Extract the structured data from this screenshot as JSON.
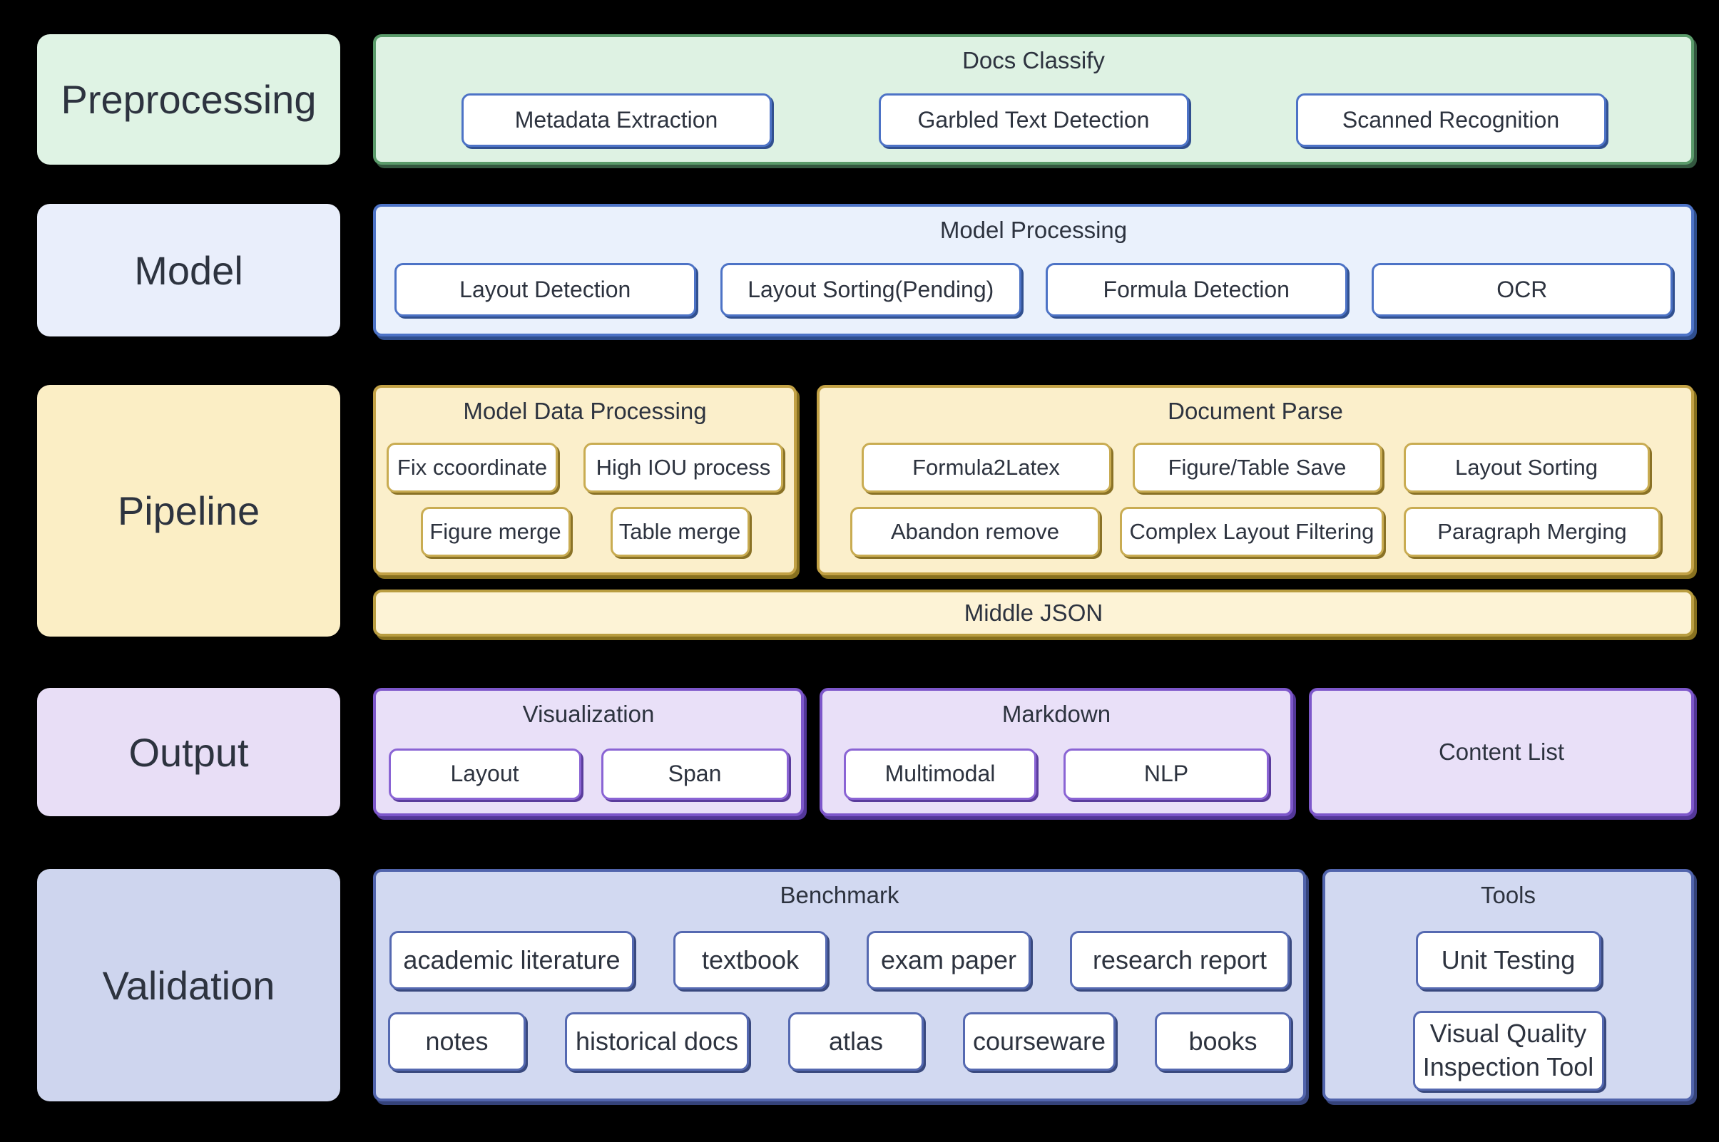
{
  "colors": {
    "background": "#000000",
    "green_accent": "#5a9b6a",
    "blue_accent": "#4d73c6",
    "gold_accent": "#c2a145",
    "purple_accent": "#7d57ca",
    "periwinkle_accent": "#5164ac",
    "node_fill": "#ffffff",
    "text": "#2d333f"
  },
  "rows": {
    "preprocessing": {
      "label": "Preprocessing",
      "docs_classify": {
        "title": "Docs Classify",
        "buttons": [
          "Metadata Extraction",
          "Garbled Text Detection",
          "Scanned Recognition"
        ]
      }
    },
    "model": {
      "label": "Model",
      "model_processing": {
        "title": "Model Processing",
        "buttons": [
          "Layout Detection",
          "Layout Sorting(Pending)",
          "Formula Detection",
          "OCR"
        ]
      }
    },
    "pipeline": {
      "label": "Pipeline",
      "model_data_processing": {
        "title": "Model Data Processing",
        "row1": [
          "Fix ccoordinate",
          "High IOU process"
        ],
        "row2": [
          "Figure merge",
          "Table merge"
        ]
      },
      "document_parse": {
        "title": "Document Parse",
        "row1": [
          "Formula2Latex",
          "Figure/Table Save",
          "Layout Sorting"
        ],
        "row2": [
          "Abandon remove",
          "Complex Layout Filtering",
          "Paragraph Merging"
        ]
      },
      "middle_json": {
        "title": "Middle JSON"
      }
    },
    "output": {
      "label": "Output",
      "visualization": {
        "title": "Visualization",
        "buttons": [
          "Layout",
          "Span"
        ]
      },
      "markdown": {
        "title": "Markdown",
        "buttons": [
          "Multimodal",
          "NLP"
        ]
      },
      "content_list": {
        "title": "Content List"
      }
    },
    "validation": {
      "label": "Validation",
      "benchmark": {
        "title": "Benchmark",
        "row1": [
          "academic literature",
          "textbook",
          "exam paper",
          "research report"
        ],
        "row2": [
          "notes",
          "historical docs",
          "atlas",
          "courseware",
          "books"
        ]
      },
      "tools": {
        "title": "Tools",
        "buttons": [
          "Unit Testing",
          "Visual Quality Inspection Tool"
        ]
      }
    }
  }
}
